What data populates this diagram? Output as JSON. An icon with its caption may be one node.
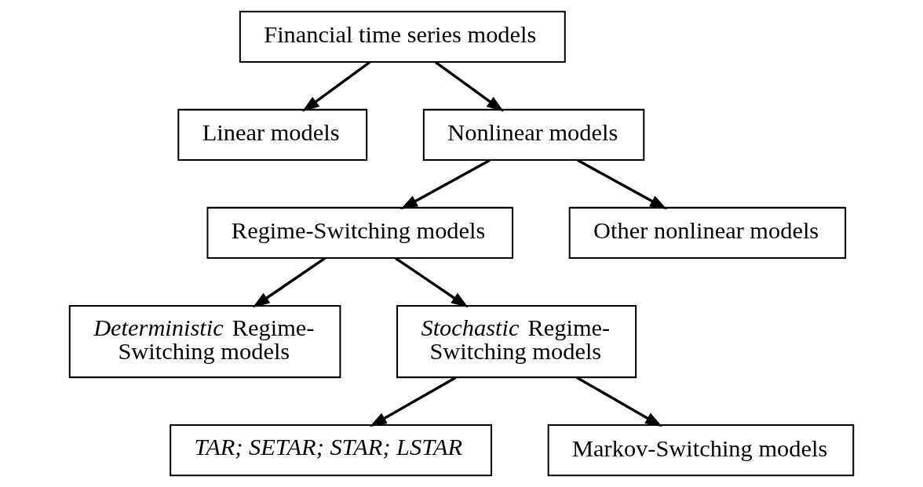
{
  "diagram": {
    "nodes": [
      {
        "text": [
          "Financial time series models"
        ]
      },
      {
        "text": [
          "Linear models"
        ]
      },
      {
        "text": [
          "Nonlinear models"
        ]
      },
      {
        "text": [
          "Regime-Switching models"
        ]
      },
      {
        "text": [
          "Other nonlinear models"
        ]
      },
      {
        "text": [
          "*Deterministic* Regime-Switching models"
        ]
      },
      {
        "text": [
          "*Stochastic* Regime-Switching models"
        ]
      },
      {
        "text": [
          "*TAR; SETAR; STAR; LSTAR*"
        ]
      },
      {
        "text": [
          "Markov-Switching models"
        ]
      }
    ],
    "edges": [
      {
        "from": 0,
        "to": 1,
        "arrow": "to"
      },
      {
        "from": 0,
        "to": 2,
        "arrow": "to"
      },
      {
        "from": 2,
        "to": 3,
        "arrow": "to"
      },
      {
        "from": 2,
        "to": 4,
        "arrow": "to"
      },
      {
        "from": 3,
        "to": 5,
        "arrow": "to"
      },
      {
        "from": 3,
        "to": 6,
        "arrow": "to"
      },
      {
        "from": 6,
        "to": 7,
        "arrow": "to"
      },
      {
        "from": 6,
        "to": 8,
        "arrow": "to"
      }
    ]
  }
}
